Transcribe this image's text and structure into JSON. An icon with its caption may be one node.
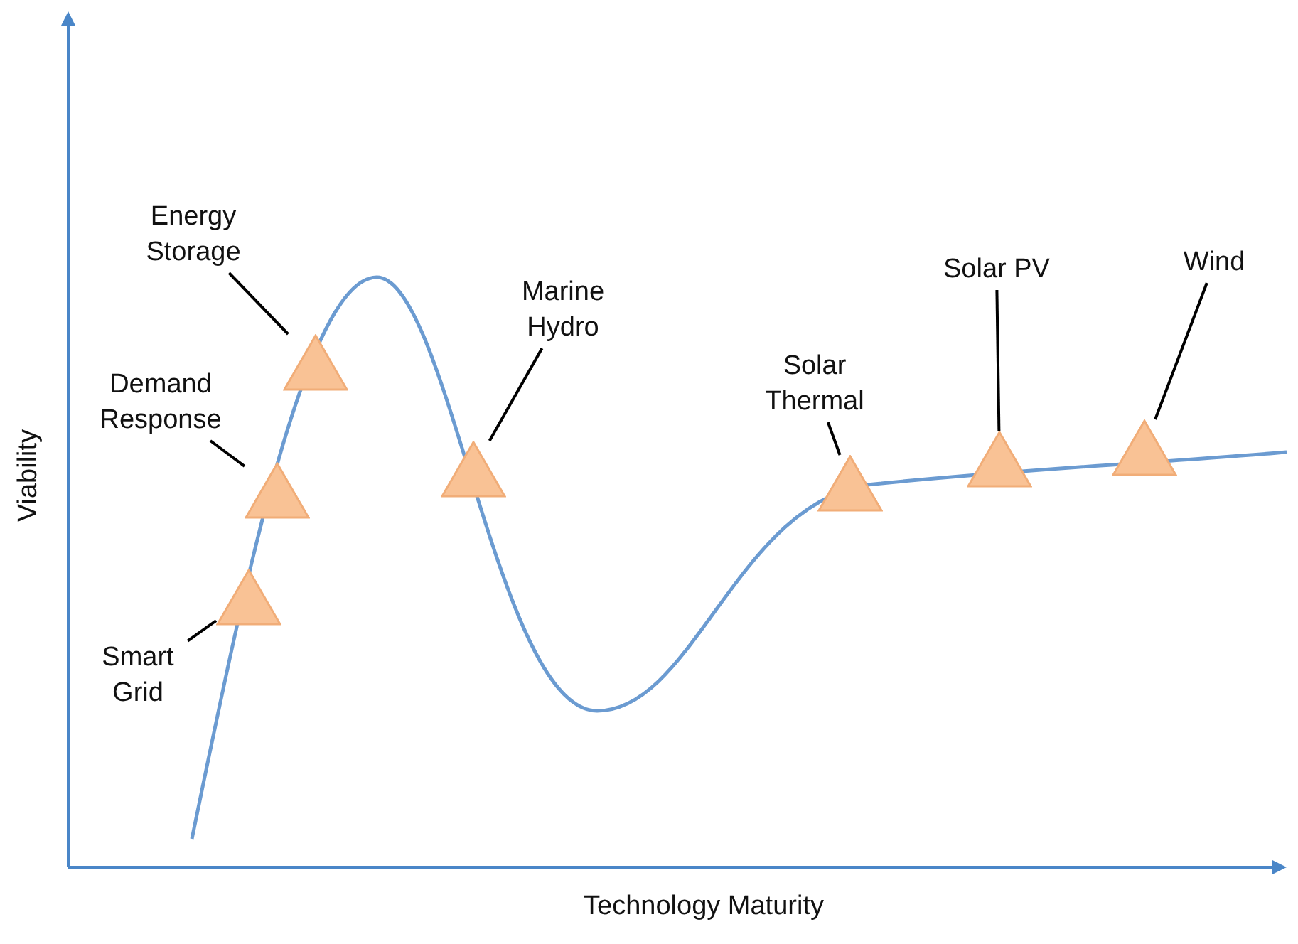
{
  "diagram": {
    "nodes": [
      {
        "text": [
          "Energy Storage"
        ]
      },
      {
        "text": [
          "Demand Response"
        ]
      },
      {
        "text": [
          "Smart Grid"
        ]
      },
      {
        "text": [
          "Marine Hydro"
        ]
      },
      {
        "text": [
          "Solar Thermal"
        ]
      },
      {
        "text": [
          "Solar PV"
        ]
      },
      {
        "text": [
          "Wind"
        ]
      },
      {
        "text": [],
        "shape": "triangle"
      },
      {
        "text": [],
        "shape": "triangle"
      },
      {
        "text": [],
        "shape": "triangle"
      },
      {
        "text": [],
        "shape": "triangle"
      },
      {
        "text": [],
        "shape": "triangle"
      },
      {
        "text": [],
        "shape": "triangle"
      },
      {
        "text": [],
        "shape": "triangle"
      }
    ],
    "edges": [
      {
        "from": 0,
        "to": 9,
        "arrow": "none"
      },
      {
        "from": 1,
        "to": 8,
        "arrow": "none"
      },
      {
        "from": 2,
        "to": 7,
        "arrow": "none"
      },
      {
        "from": 3,
        "to": 10,
        "arrow": "none"
      },
      {
        "from": 4,
        "to": 11,
        "arrow": "none"
      },
      {
        "from": 5,
        "to": 12,
        "arrow": "none"
      },
      {
        "from": 6,
        "to": 13,
        "arrow": "none"
      }
    ],
    "labels": [
      "Viability",
      "Technology Maturity"
    ]
  }
}
